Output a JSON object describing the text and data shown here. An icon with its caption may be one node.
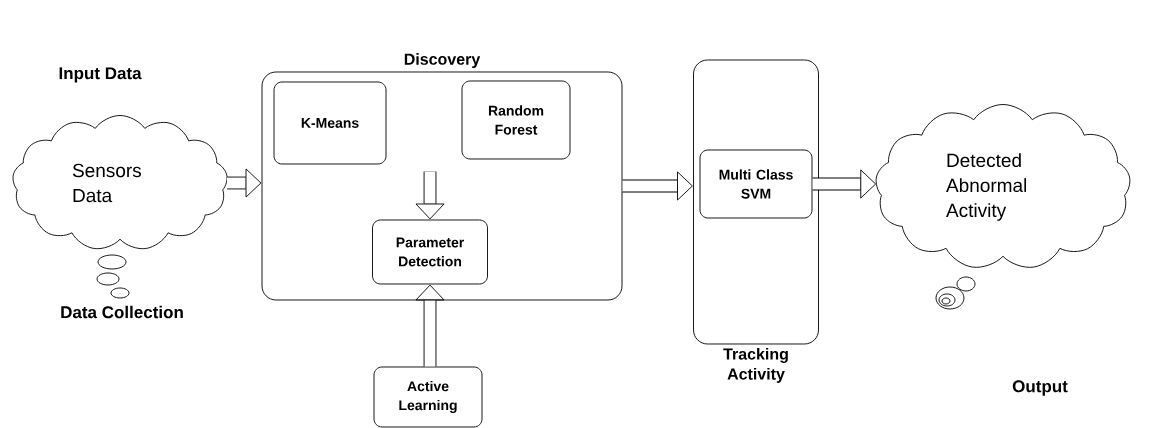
{
  "diagram": {
    "nodes": [
      {
        "text": [
          "Sensors Data"
        ]
      },
      {
        "text": [
          "Discovery"
        ]
      },
      {
        "text": [
          "K-Means"
        ],
        "in": 1
      },
      {
        "text": [
          "Random Forest"
        ],
        "in": 1
      },
      {
        "text": [
          "Parameter Detection"
        ],
        "in": 1
      },
      {
        "text": [
          "Active Learning"
        ]
      },
      {
        "text": [
          "Tracking Activity"
        ]
      },
      {
        "text": [
          "Multi Class SVM"
        ],
        "in": 6
      },
      {
        "text": [
          "Detected Abnormal Activity"
        ]
      }
    ],
    "edges": [
      {
        "from": 0,
        "to": 1,
        "arrow": "to"
      },
      {
        "from": null,
        "to": 4,
        "arrow": "to"
      },
      {
        "from": 5,
        "to": 4,
        "arrow": "to"
      },
      {
        "from": 1,
        "to": 6,
        "arrow": "to"
      },
      {
        "from": 7,
        "to": 8,
        "arrow": "to"
      }
    ],
    "labels": [
      "Input Data",
      "Data Collection",
      "Output"
    ]
  }
}
